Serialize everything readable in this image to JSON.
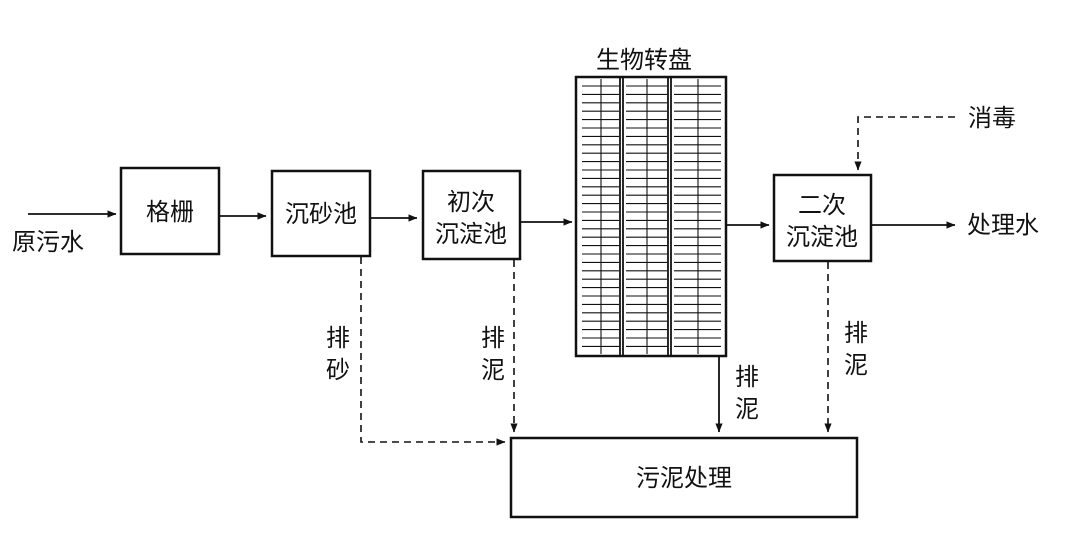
{
  "diagram": {
    "input_label": "原污水",
    "output_label": "处理水",
    "disinfection_label": "消毒",
    "rotating_disc_title": "生物转盘",
    "nodes": {
      "screen": "格栅",
      "grit_chamber": "沉砂池",
      "primary_line1": "初次",
      "primary_line2": "沉淀池",
      "secondary_line1": "二次",
      "secondary_line2": "沉淀池",
      "sludge_treatment": "污泥处理"
    },
    "discharge": {
      "sand": [
        "排",
        "砂"
      ],
      "sludge_primary": [
        "排",
        "泥"
      ],
      "sludge_disc": [
        "排",
        "泥"
      ],
      "sludge_secondary": [
        "排",
        "泥"
      ]
    }
  }
}
